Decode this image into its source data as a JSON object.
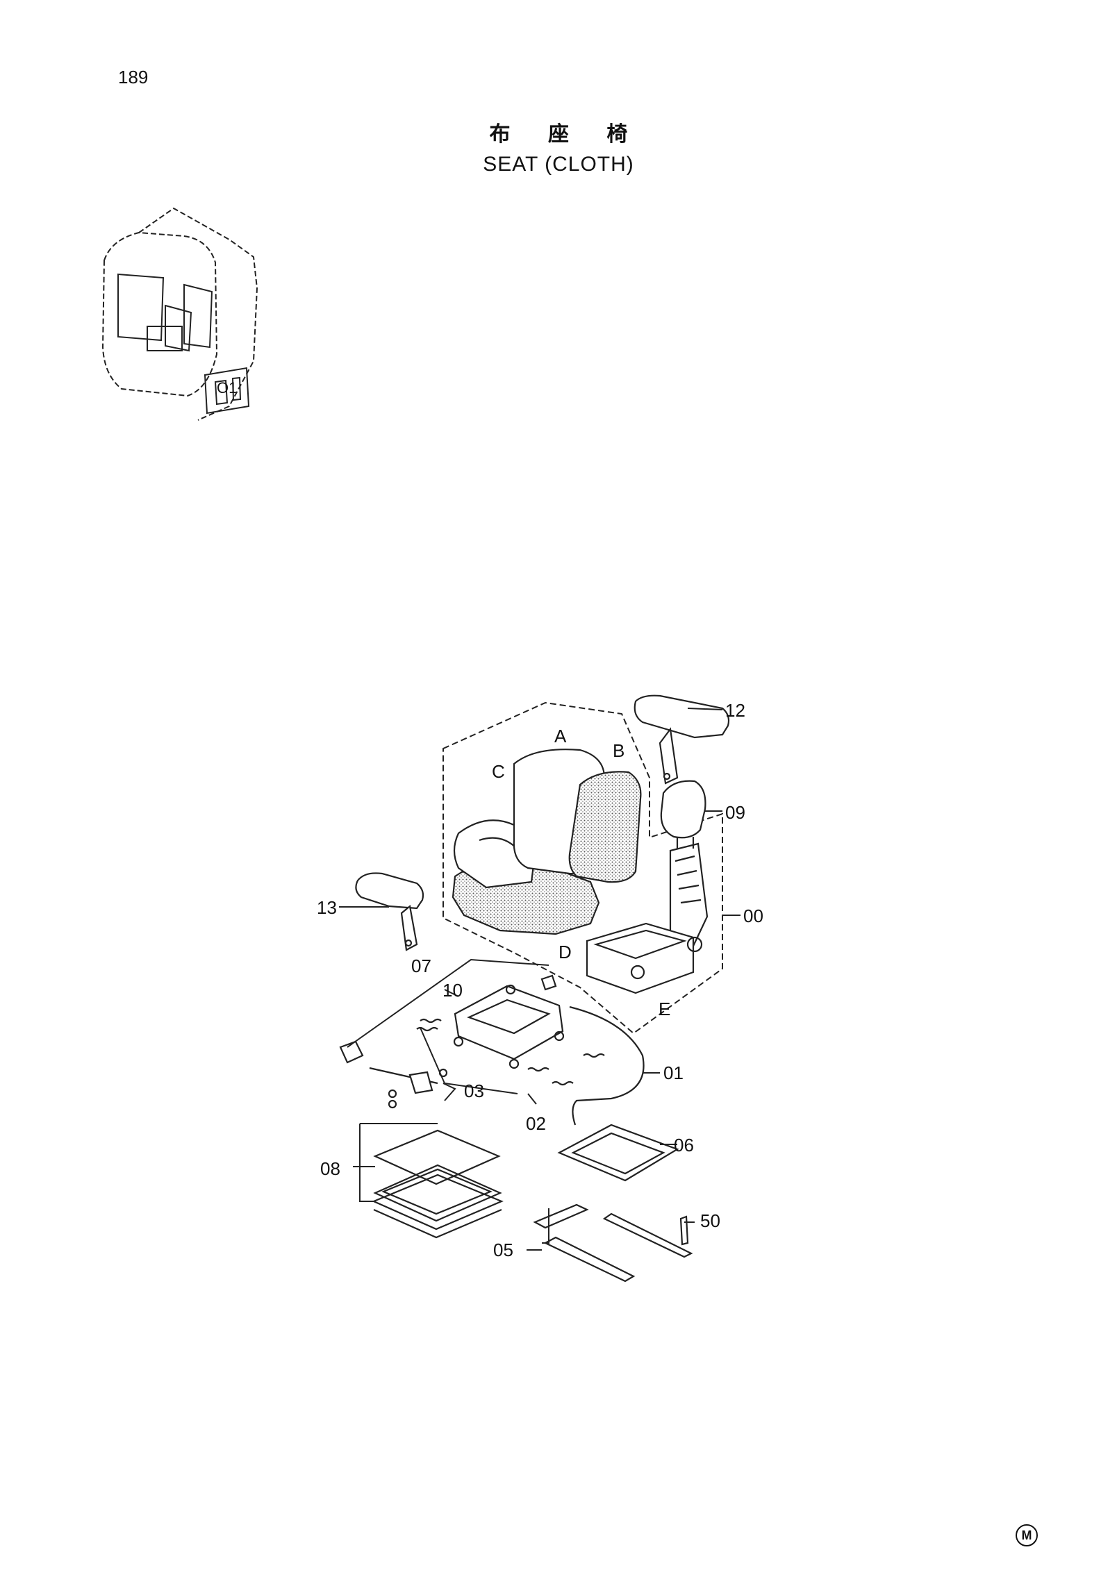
{
  "page": {
    "number": "189",
    "title_cjk": "布 座 椅",
    "title_en": "SEAT (CLOTH)",
    "mark": "M"
  },
  "cab_thumbnail": {
    "label": "O1"
  },
  "callouts": {
    "c12": "12",
    "c09": "09",
    "c00": "00",
    "c13": "13",
    "c07": "07",
    "c10": "10",
    "c01": "01",
    "c03": "03",
    "c02": "02",
    "c06": "06",
    "c08": "08",
    "c50": "50",
    "c05": "05",
    "cA": "A",
    "cB": "B",
    "cC": "C",
    "cD": "D",
    "cE": "E"
  }
}
